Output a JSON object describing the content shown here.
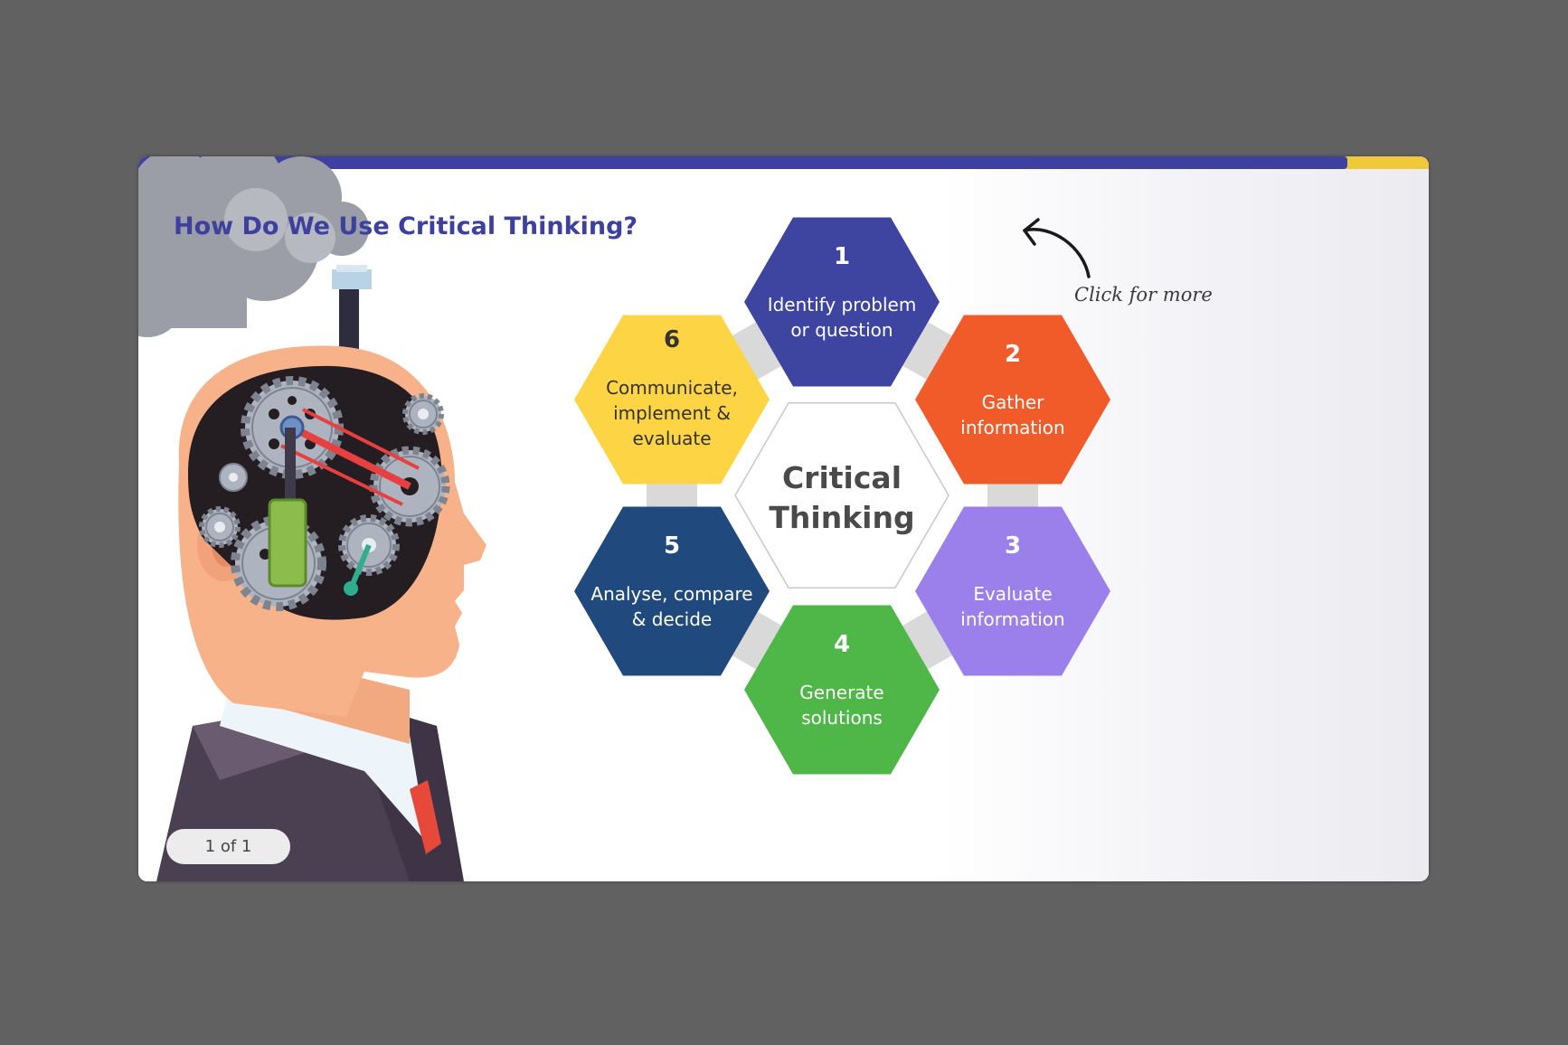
{
  "slide": {
    "title": "How Do We Use Critical Thinking?",
    "progress": 0.937,
    "hint": "Click for more",
    "counter": "1 of 1"
  },
  "diagram": {
    "center": [
      "Critical",
      "Thinking"
    ],
    "steps": [
      {
        "num": "1",
        "lines": [
          "Identify problem",
          "or question"
        ],
        "color": "#3d45a0",
        "text_color": "#ffffff"
      },
      {
        "num": "2",
        "lines": [
          "Gather",
          "information"
        ],
        "color": "#f15a29",
        "text_color": "#ffffff"
      },
      {
        "num": "3",
        "lines": [
          "Evaluate",
          "information"
        ],
        "color": "#9b7feb",
        "text_color": "#ffffff"
      },
      {
        "num": "4",
        "lines": [
          "Generate",
          "solutions"
        ],
        "color": "#4eb748",
        "text_color": "#ffffff"
      },
      {
        "num": "5",
        "lines": [
          "Analyse, compare",
          "& decide"
        ],
        "color": "#204a7d",
        "text_color": "#ffffff"
      },
      {
        "num": "6",
        "lines": [
          "Communicate,",
          "implement &",
          "evaluate"
        ],
        "color": "#fdd444",
        "text_color": "#333333"
      }
    ]
  },
  "colors": {
    "accent": "#3e40a0",
    "progress_track": "#f0c93a",
    "background": "#616161"
  },
  "icons": {
    "illustration": "head-with-gears-illustration",
    "hint_arrow": "curved-arrow-icon"
  }
}
